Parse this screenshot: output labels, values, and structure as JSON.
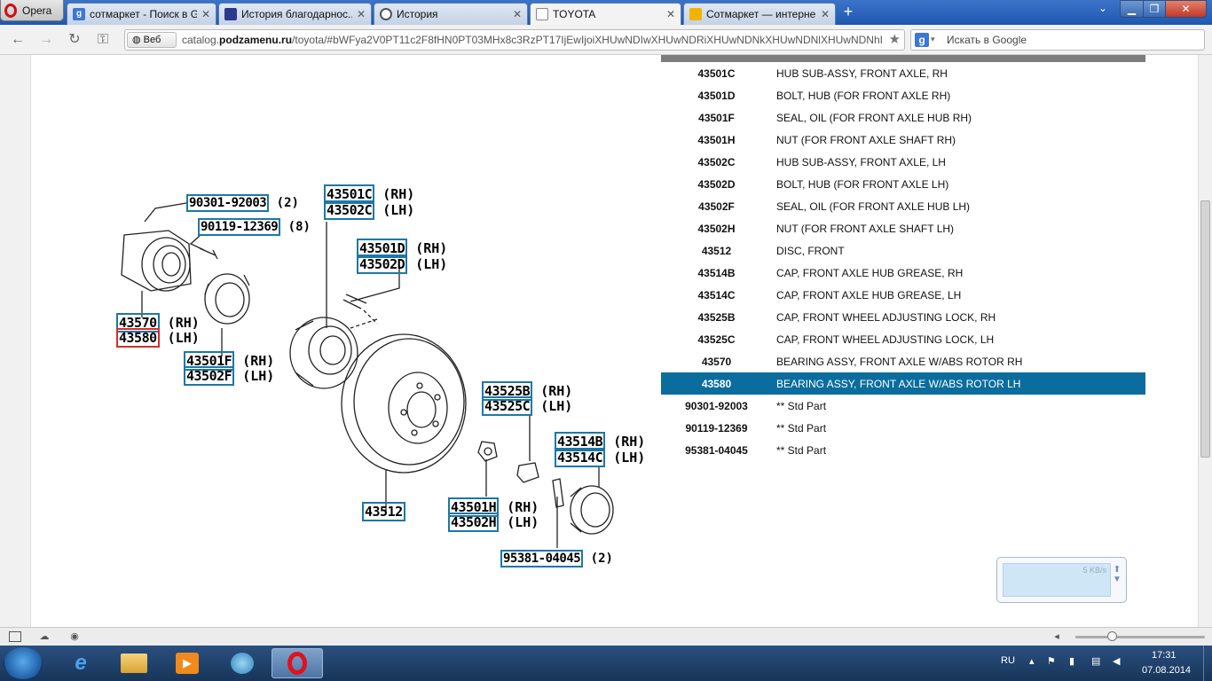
{
  "browser": {
    "menu_label": "Opera",
    "tabs": [
      {
        "label": "сотмаркет - Поиск в G..."
      },
      {
        "label": "История благодарнос..."
      },
      {
        "label": "История"
      },
      {
        "label": "TOYOTA"
      },
      {
        "label": "Сотмаркет — интерне..."
      }
    ],
    "new_tab": "+",
    "address": {
      "mode_label": "Веб",
      "url_domain_pre": "catalog.",
      "url_domain_bold": "podzamenu.ru",
      "url_path": "/toyota/#bWFya2V0PT11c2F8fHN0PT03MHx8c3RzPT17IjEwIjoiXHUwNDIwXHUwNDRiXHUwNDNkXHUwNDNlXHUwNDNhIiwiM"
    },
    "search": {
      "placeholder": "Искать в Google",
      "engine_letter": "g"
    }
  },
  "diagram": {
    "callouts": [
      {
        "pn": "90301-92003",
        "suffix": " (2)"
      },
      {
        "pn": "90119-12369",
        "suffix": " (8)"
      },
      {
        "pn": "43501C",
        "suffix": " (RH)"
      },
      {
        "pn": "43502C",
        "suffix": " (LH)"
      },
      {
        "pn": "43501D",
        "suffix": " (RH)"
      },
      {
        "pn": "43502D",
        "suffix": " (LH)"
      },
      {
        "pn": "43570",
        "suffix": " (RH)"
      },
      {
        "pn": "43580",
        "suffix": " (LH)"
      },
      {
        "pn": "43501F",
        "suffix": " (RH)"
      },
      {
        "pn": "43502F",
        "suffix": " (LH)"
      },
      {
        "pn": "43525B",
        "suffix": " (RH)"
      },
      {
        "pn": "43525C",
        "suffix": " (LH)"
      },
      {
        "pn": "43514B",
        "suffix": " (RH)"
      },
      {
        "pn": "43514C",
        "suffix": " (LH)"
      },
      {
        "pn": "43512",
        "suffix": ""
      },
      {
        "pn": "43501H",
        "suffix": " (RH)"
      },
      {
        "pn": "43502H",
        "suffix": " (LH)"
      },
      {
        "pn": "95381-04045",
        "suffix": " (2)"
      }
    ]
  },
  "parts_table": {
    "rows": [
      {
        "code": "43501C",
        "name": "HUB SUB-ASSY, FRONT AXLE, RH"
      },
      {
        "code": "43501D",
        "name": "BOLT, HUB (FOR FRONT AXLE RH)"
      },
      {
        "code": "43501F",
        "name": "SEAL, OIL (FOR FRONT AXLE HUB RH)"
      },
      {
        "code": "43501H",
        "name": "NUT (FOR FRONT AXLE SHAFT RH)"
      },
      {
        "code": "43502C",
        "name": "HUB SUB-ASSY, FRONT AXLE, LH"
      },
      {
        "code": "43502D",
        "name": "BOLT, HUB (FOR FRONT AXLE LH)"
      },
      {
        "code": "43502F",
        "name": "SEAL, OIL (FOR FRONT AXLE HUB LH)"
      },
      {
        "code": "43502H",
        "name": "NUT (FOR FRONT AXLE SHAFT LH)"
      },
      {
        "code": "43512",
        "name": "DISC, FRONT"
      },
      {
        "code": "43514B",
        "name": "CAP, FRONT AXLE HUB GREASE, RH"
      },
      {
        "code": "43514C",
        "name": "CAP, FRONT AXLE HUB GREASE, LH"
      },
      {
        "code": "43525B",
        "name": "CAP, FRONT WHEEL ADJUSTING LOCK, RH"
      },
      {
        "code": "43525C",
        "name": "CAP, FRONT WHEEL ADJUSTING LOCK, LH"
      },
      {
        "code": "43570",
        "name": "BEARING ASSY, FRONT AXLE W/ABS ROTOR RH"
      },
      {
        "code": "43580",
        "name": "BEARING ASSY, FRONT AXLE W/ABS ROTOR LH"
      },
      {
        "code": "90301-92003",
        "name": "** Std Part"
      },
      {
        "code": "90119-12369",
        "name": "** Std Part"
      },
      {
        "code": "95381-04045",
        "name": "** Std Part"
      }
    ],
    "selected_color": "#0b6d9e"
  },
  "speed_widget": {
    "rate": "5 KB/s"
  },
  "taskbar": {
    "language": "RU",
    "time": "17:31",
    "date": "07.08.2014"
  }
}
